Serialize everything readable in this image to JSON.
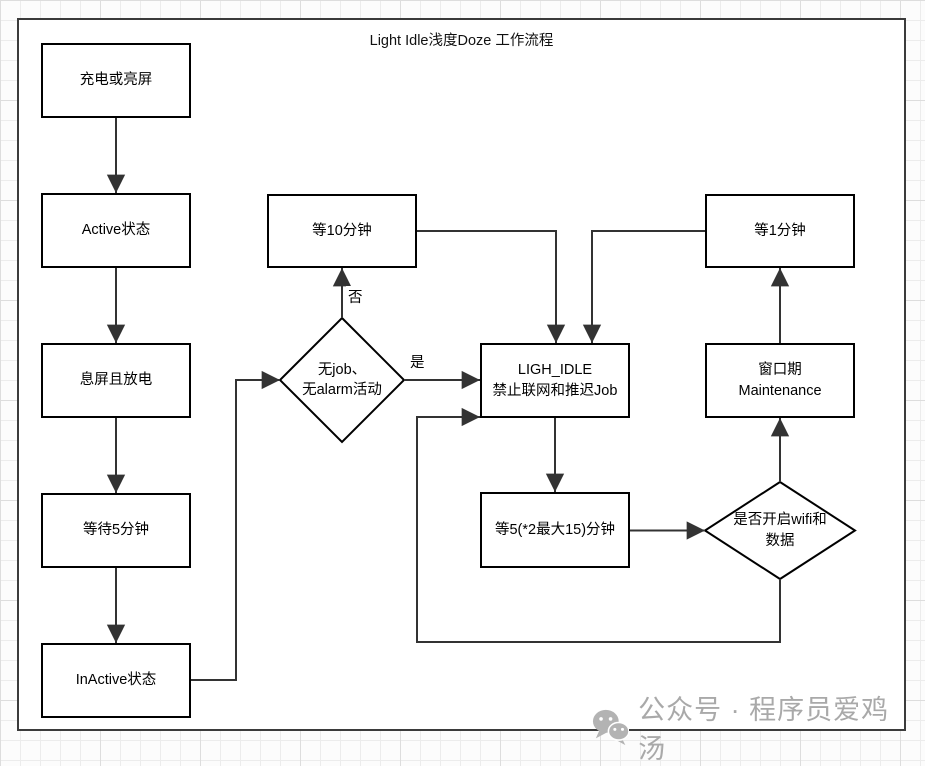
{
  "title": "Light Idle浅度Doze 工作流程",
  "nodes": {
    "charge_or_screen_on": "充电或亮屏",
    "active_state": "Active状态",
    "screen_off_discharging": "息屏且放电",
    "wait_5_min": "等待5分钟",
    "inactive_state": "InActive状态",
    "wait_10_min": "等10分钟",
    "no_job_no_alarm": "无job、\n无alarm活动",
    "light_idle": "LIGH_IDLE\n禁止联网和推迟Job",
    "wait_5_double_max_15": "等5(*2最大15)分钟",
    "wait_1_min": "等1分钟",
    "maintenance_window": "窗口期\nMaintenance",
    "wifi_data_check": "是否开启wifi和\n数据"
  },
  "edges": [
    {
      "from": "charge_or_screen_on",
      "to": "active_state",
      "label": ""
    },
    {
      "from": "active_state",
      "to": "screen_off_discharging",
      "label": ""
    },
    {
      "from": "screen_off_discharging",
      "to": "wait_5_min",
      "label": ""
    },
    {
      "from": "wait_5_min",
      "to": "inactive_state",
      "label": ""
    },
    {
      "from": "inactive_state",
      "to": "no_job_no_alarm",
      "label": ""
    },
    {
      "from": "no_job_no_alarm",
      "to": "wait_10_min",
      "label": "否"
    },
    {
      "from": "no_job_no_alarm",
      "to": "light_idle",
      "label": "是"
    },
    {
      "from": "wait_10_min",
      "to": "light_idle",
      "label": ""
    },
    {
      "from": "wait_1_min",
      "to": "light_idle",
      "label": ""
    },
    {
      "from": "light_idle",
      "to": "wait_5_double_max_15",
      "label": ""
    },
    {
      "from": "wait_5_double_max_15",
      "to": "wifi_data_check",
      "label": ""
    },
    {
      "from": "wifi_data_check",
      "to": "maintenance_window",
      "label": ""
    },
    {
      "from": "maintenance_window",
      "to": "wait_1_min",
      "label": ""
    },
    {
      "from": "wifi_data_check",
      "to": "light_idle",
      "label": ""
    }
  ],
  "watermark": {
    "icon": "wechat-icon",
    "label": "公众号 · 程序员爱鸡汤"
  },
  "colors": {
    "wire_stroke": "#333333",
    "node_border": "#000000",
    "canvas_bg": "#ffffff",
    "grid_line": "#ececec",
    "watermark_gray": "#a9a9a9"
  }
}
